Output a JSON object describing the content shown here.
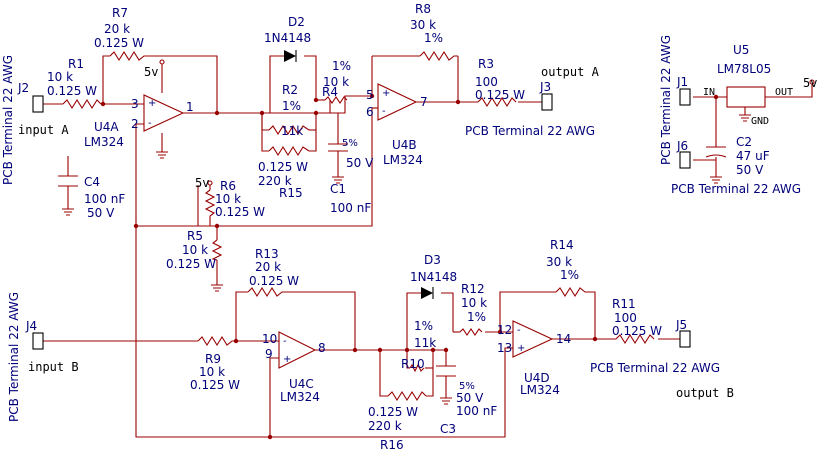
{
  "colors": {
    "wire": "#990000",
    "label": "#00007a",
    "net": "#000000"
  },
  "connectors": {
    "J2": {
      "ref": "J2",
      "value": "PCB Terminal 22 AWG",
      "net": "input A"
    },
    "J4": {
      "ref": "J4",
      "value": "PCB Terminal 22 AWG",
      "net": "input B"
    },
    "J3": {
      "ref": "J3",
      "value": "PCB Terminal 22 AWG",
      "net": "output A"
    },
    "J5": {
      "ref": "J5",
      "value": "PCB Terminal 22 AWG",
      "net": "output B"
    },
    "J1": {
      "ref": "J1",
      "value": "PCB Terminal 22 AWG"
    },
    "J6": {
      "ref": "J6"
    }
  },
  "resistors": {
    "R1": {
      "ref": "R1",
      "value": "10 k",
      "power": "0.125 W"
    },
    "R7": {
      "ref": "R7",
      "value": "20 k",
      "power": "0.125 W"
    },
    "R2": {
      "ref": "R2",
      "tol": "1%",
      "value": "11k"
    },
    "R15": {
      "ref": "R15",
      "power": "0.125 W",
      "value": "220 k"
    },
    "R4": {
      "ref": "R4",
      "tol": "1%",
      "value": "10 k"
    },
    "R8": {
      "ref": "R8",
      "value": "30 k",
      "tol": "1%"
    },
    "R3": {
      "ref": "R3",
      "value": "100",
      "power": "0.125 W"
    },
    "R6": {
      "ref": "R6",
      "value": "10 k",
      "power": "0.125 W"
    },
    "R5": {
      "ref": "R5",
      "value": "10 k",
      "power": "0.125 W"
    },
    "R13": {
      "ref": "R13",
      "value": "20 k",
      "power": "0.125 W"
    },
    "R9": {
      "ref": "R9",
      "value": "10 k",
      "power": "0.125 W"
    },
    "R12": {
      "ref": "R12",
      "value": "10 k",
      "tol": "1%"
    },
    "R10": {
      "ref": "R10",
      "tol": "1%",
      "value": "11k"
    },
    "R16": {
      "ref": "R16",
      "power": "0.125 W",
      "value": "220 k"
    },
    "R14": {
      "ref": "R14",
      "value": "30 k",
      "tol": "1%"
    },
    "R11": {
      "ref": "R11",
      "value": "100",
      "power": "0.125 W"
    }
  },
  "capacitors": {
    "C1": {
      "ref": "C1",
      "tol": "5%",
      "voltage": "50 V",
      "value": "100 nF"
    },
    "C4": {
      "ref": "C4",
      "value": "100 nF",
      "voltage": "50 V"
    },
    "C3": {
      "ref": "C3",
      "tol": "5%",
      "voltage": "50 V",
      "value": "100 nF"
    },
    "C2": {
      "ref": "C2",
      "value": "47 uF",
      "voltage": "50 V"
    }
  },
  "diodes": {
    "D2": {
      "ref": "D2",
      "value": "1N4148"
    },
    "D3": {
      "ref": "D3",
      "value": "1N4148"
    }
  },
  "opamps": {
    "U4A": {
      "ref": "U4A",
      "value": "LM324",
      "pin_in1": "3",
      "pin_in2": "2",
      "pin_out": "1"
    },
    "U4B": {
      "ref": "U4B",
      "value": "LM324",
      "pin_in1": "5",
      "pin_in2": "6",
      "pin_out": "7"
    },
    "U4C": {
      "ref": "U4C",
      "value": "LM324",
      "pin_in1": "10",
      "pin_in2": "9",
      "pin_out": "8"
    },
    "U4D": {
      "ref": "U4D",
      "value": "LM324",
      "pin_in1": "12",
      "pin_in2": "13",
      "pin_out": "14"
    }
  },
  "regulator": {
    "ref": "U5",
    "value": "LM78L05",
    "pin_in": "IN",
    "pin_out": "OUT",
    "pin_gnd": "GND"
  },
  "supply": {
    "label": "5v"
  }
}
